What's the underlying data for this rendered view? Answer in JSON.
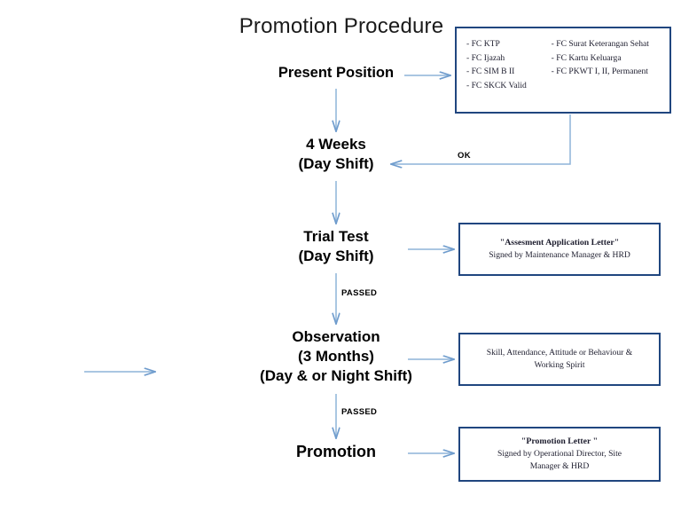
{
  "document": {
    "title": "Promotion Procedure"
  },
  "flow": {
    "nodes": [
      {
        "id": "present-position",
        "lines": [
          "Present Position"
        ]
      },
      {
        "id": "four-weeks",
        "lines": [
          "4 Weeks",
          "(Day Shift)"
        ]
      },
      {
        "id": "trial-test",
        "lines": [
          "Trial Test",
          "(Day Shift)"
        ]
      },
      {
        "id": "observation",
        "lines": [
          "Observation",
          "(3 Months)",
          "(Day & or Night Shift)"
        ]
      },
      {
        "id": "promotion",
        "lines": [
          "Promotion"
        ]
      }
    ],
    "edge_labels": {
      "ok": "OK",
      "passed_trial": "PASSED",
      "passed_observation": "PASSED"
    }
  },
  "documents_box": {
    "left_column": [
      "- FC KTP",
      "- FC Ijazah",
      "- FC SIM B II",
      "- FC SKCK Valid"
    ],
    "right_column": [
      "- FC Surat Keterangan Sehat",
      "- FC Kartu Keluarga",
      "- FC PKWT I, II, Permanent"
    ]
  },
  "side_boxes": {
    "assessment": {
      "title": "\"Assesment Application Letter\"",
      "subtitle": "Signed by Maintenance Manager  & HRD"
    },
    "observation_criteria": {
      "line1": "Skill, Attendance, Attitude or Behaviour &",
      "line2": "Working Spirit"
    },
    "promotion_letter": {
      "title": "\"Promotion Letter \"",
      "subtitle_line1": "Signed by Operational Director, Site",
      "subtitle_line2": "Manager & HRD"
    }
  },
  "colors": {
    "arrow": "#8eb4d8",
    "arrow_dark": "#5b8ec4",
    "box_border": "#20467f",
    "title_text": "#1a1a1a"
  }
}
